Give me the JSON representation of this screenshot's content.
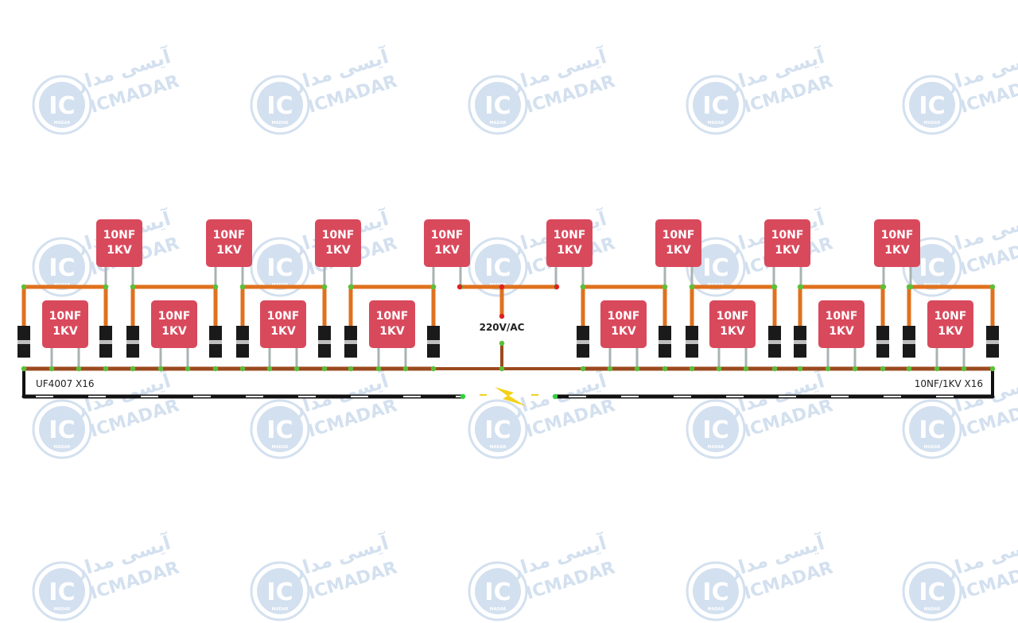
{
  "diagram": {
    "capacitor_label_line1": "10NF",
    "capacitor_label_line2": "1KV",
    "voltage_label": "220V/AC",
    "diode_count_label": "UF4007 X16",
    "capacitor_count_label": "10NF/1KV X16"
  },
  "watermark": {
    "badge_text": "IC",
    "brand_text": "ICMADAR",
    "brand_text_fa": "آیسی مدار",
    "badge_small_text": "MADAR"
  },
  "colors": {
    "capacitor": "#d9495c",
    "wire_orange": "#e0711e",
    "wire_brown": "#9a4a1f",
    "wire_black": "#111111",
    "node_green": "#5bbf3a",
    "node_red": "#e02020",
    "diode_body": "#1a1a1a",
    "lead": "#a8b3b3",
    "spark": "#f2d21b",
    "watermark": "#c5d6ea"
  },
  "icons": {
    "spark": "lightning-bolt-icon",
    "watermark_logo": "icmadar-logo-icon"
  }
}
